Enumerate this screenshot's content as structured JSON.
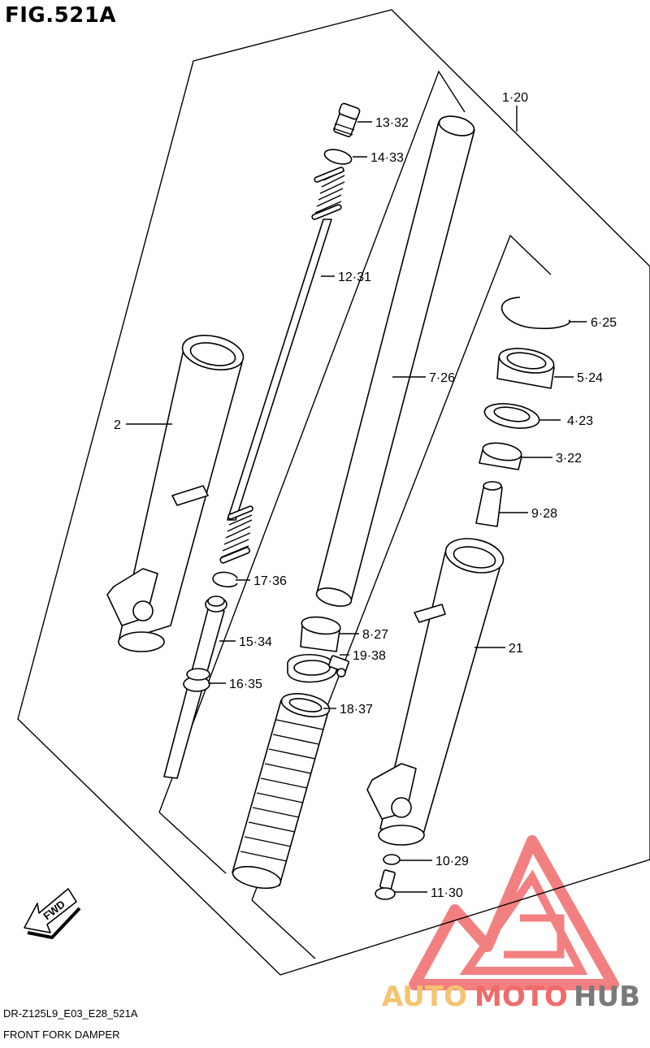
{
  "figure": {
    "title": "FIG.521A"
  },
  "footer": {
    "code": "DR-Z125L9_E03_E28_521A",
    "description": "FRONT FORK DAMPER"
  },
  "fwd_label": "FWD",
  "watermark": {
    "part1": "AUTO",
    "part2": "MOTO",
    "part3": "HUB",
    "colors": {
      "auto": "#f4c470",
      "moto": "#f06a6a",
      "hub": "#7a7a7a",
      "logo": "#f26b6b"
    }
  },
  "callouts": {
    "c1": "1·20",
    "c2": "2",
    "c3": "3·22",
    "c4": "4·23",
    "c5": "5·24",
    "c6": "6·25",
    "c7": "7·26",
    "c8": "8·27",
    "c9": "9·28",
    "c10": "10·29",
    "c11": "11·30",
    "c12": "12·31",
    "c13": "13·32",
    "c14": "14·33",
    "c15": "15·34",
    "c16": "16·35",
    "c17": "17·36",
    "c18": "18·37",
    "c19": "19·38",
    "c21": "21"
  }
}
